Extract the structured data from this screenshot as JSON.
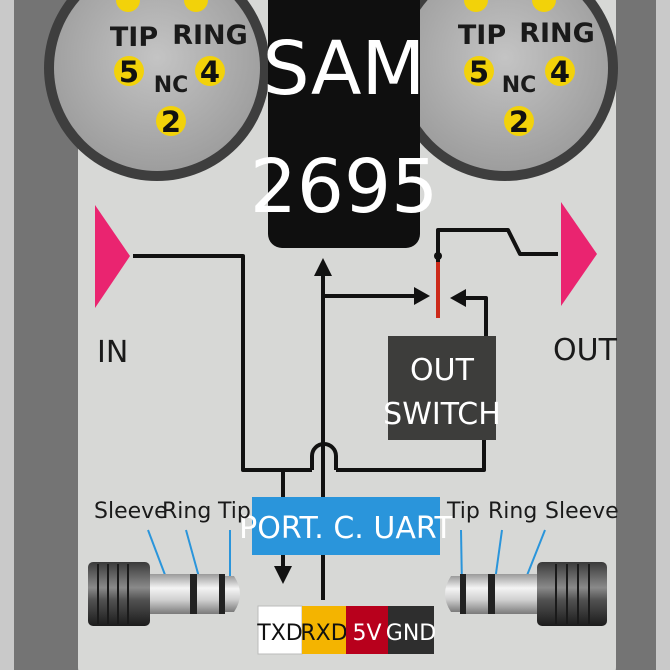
{
  "colors": {
    "case": "#747474",
    "panel": "#d7d8d6",
    "chip": "#0f0f0f",
    "arrow": "#ea2470",
    "uart": "#2a95db",
    "txd": "#ffffff",
    "rxd": "#f4b400",
    "v5": "#b8001c",
    "gnd": "#2e2e2e",
    "pin_number": "#f2d20a",
    "switch_contact": "#cc2a1a"
  },
  "left_din": {
    "tip_label": "TIP",
    "ring_label": "RING",
    "nc_label": "NC",
    "tip_pin": "5",
    "ring_pin": "4",
    "nc_pin": "2"
  },
  "right_din": {
    "tip_label": "TIP",
    "ring_label": "RING",
    "nc_label": "NC",
    "tip_pin": "5",
    "ring_pin": "4",
    "nc_pin": "2"
  },
  "chip": {
    "line1": "SAM",
    "line2": "2695"
  },
  "in_label": "IN",
  "out_label": "OUT",
  "out_switch": {
    "line1": "OUT",
    "line2": "SWITCH"
  },
  "uart_label": "PORT. C. UART",
  "left_jack": {
    "sleeve": "Sleeve",
    "ring": "Ring",
    "tip": "Tip"
  },
  "right_jack": {
    "tip": "Tip",
    "ring": "Ring",
    "sleeve": "Sleeve"
  },
  "pins": {
    "txd": "TXD",
    "rxd": "RXD",
    "v5": "5V",
    "gnd": "GND"
  }
}
